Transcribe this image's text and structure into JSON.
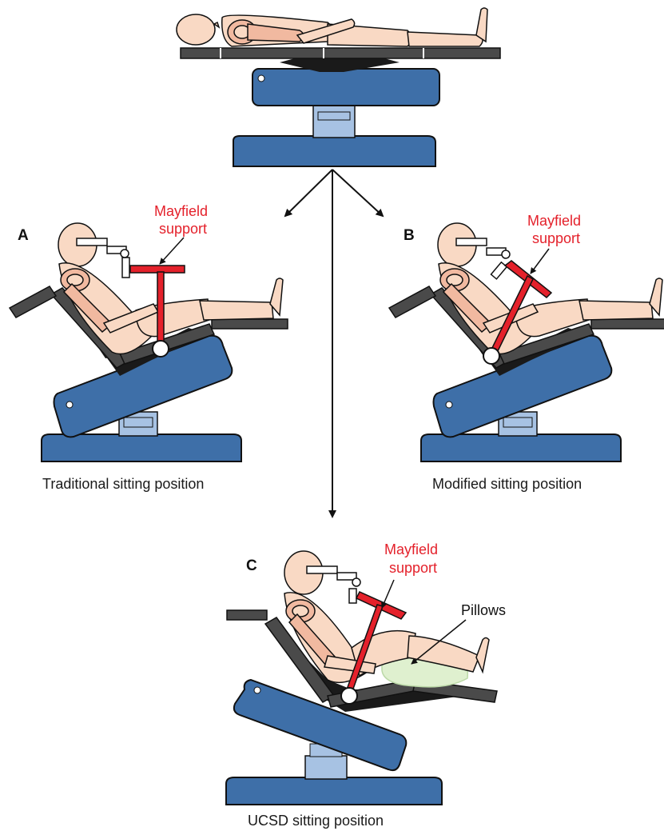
{
  "labels": {
    "panel_a": "A",
    "panel_b": "B",
    "panel_c": "C",
    "mayfield_line1": "Mayfield",
    "mayfield_line2": "support",
    "pillows": "Pillows",
    "caption_a": "Traditional sitting position",
    "caption_b": "Modified sitting position",
    "caption_c": "UCSD sitting position"
  },
  "colors": {
    "table_blue": "#3e6fa8",
    "column_light_blue": "#a7c2e3",
    "table_dark": "#4a4a4a",
    "skin": "#f9d9c4",
    "skin_shade": "#f1b9a0",
    "mayfield_red": "#e4212b",
    "pillow_green": "#dff0cf",
    "outline": "#111111"
  }
}
